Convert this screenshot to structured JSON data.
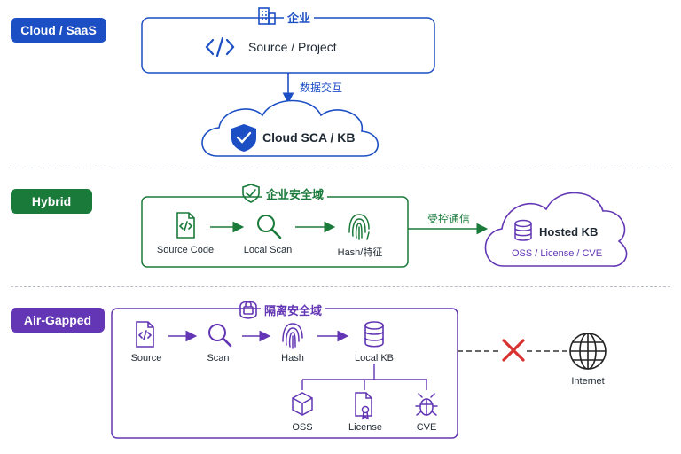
{
  "cloud": {
    "badge": "Cloud / SaaS",
    "enterprise": "企业",
    "project": "Source / Project",
    "exchange": "数据交互",
    "cloud_kb": "Cloud SCA / KB"
  },
  "hybrid": {
    "badge": "Hybrid",
    "zone": "企业安全域",
    "steps": [
      "Source Code",
      "Local Scan",
      "Hash/特征"
    ],
    "channel": "受控通信",
    "hosted": "Hosted KB",
    "hosted_sub": "OSS / License / CVE"
  },
  "airgap": {
    "badge": "Air-Gapped",
    "zone": "隔离安全域",
    "steps": [
      "Source",
      "Scan",
      "Hash",
      "Local KB"
    ],
    "kb_items": [
      "OSS",
      "License",
      "CVE"
    ],
    "internet": "Internet"
  },
  "colors": {
    "blue": "#1d4fc4",
    "green": "#1a7a3a",
    "purple": "#6236b4",
    "red": "#d93030"
  }
}
